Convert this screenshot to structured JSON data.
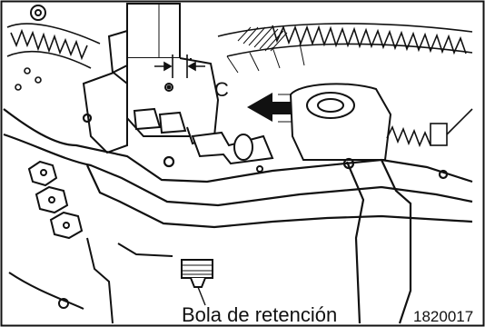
{
  "labels": {
    "dimension": "C",
    "part_name": "Bola de retención",
    "figure_number": "1820017"
  },
  "colors": {
    "ink": "#111111",
    "paper": "#ffffff"
  }
}
